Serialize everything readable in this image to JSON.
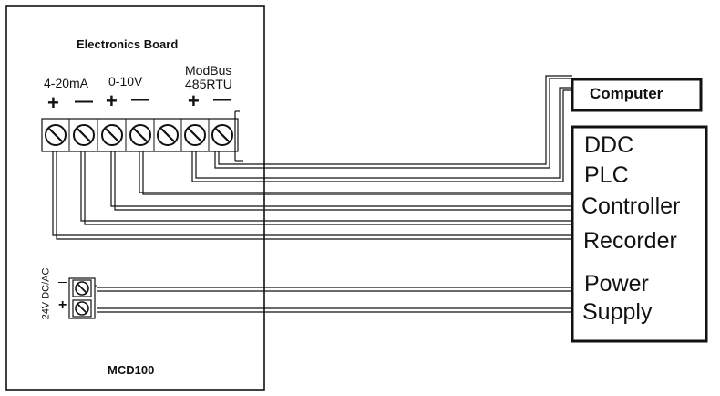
{
  "board": {
    "title": "Electronics Board",
    "model": "MCD100",
    "outputs": [
      {
        "label": "4-20mA",
        "pos": "+",
        "neg": "—"
      },
      {
        "label": "0-10V",
        "pos": "+",
        "neg": "—"
      },
      {
        "label_line1": "ModBus",
        "label_line2": "485RTU",
        "pos": "+",
        "neg": "—"
      }
    ],
    "power_terminal": {
      "label": "24V DC/AC",
      "neg": "—",
      "pos": "+"
    }
  },
  "computer": {
    "label": "Computer"
  },
  "controller_box": {
    "lines": [
      "DDC",
      "PLC",
      "Controller",
      "Recorder"
    ],
    "power": [
      "Power",
      "Supply"
    ]
  },
  "colors": {
    "line": "#111111",
    "fill": "#ffffff"
  }
}
